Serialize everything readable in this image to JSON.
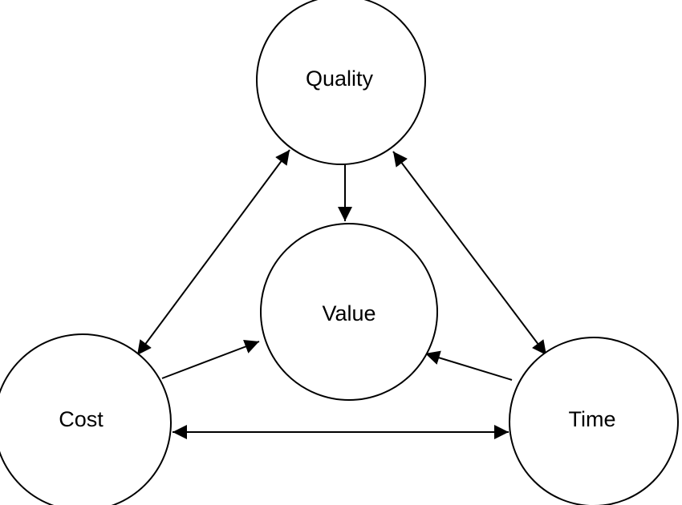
{
  "diagram": {
    "nodes": {
      "quality": {
        "label": "Quality"
      },
      "value": {
        "label": "Value"
      },
      "cost": {
        "label": "Cost"
      },
      "time": {
        "label": "Time"
      }
    },
    "edges": [
      {
        "from": "Quality",
        "to": "Value",
        "direction": "one-way"
      },
      {
        "from": "Cost",
        "to": "Value",
        "direction": "one-way"
      },
      {
        "from": "Time",
        "to": "Value",
        "direction": "one-way"
      },
      {
        "from": "Quality",
        "to": "Cost",
        "direction": "two-way"
      },
      {
        "from": "Quality",
        "to": "Time",
        "direction": "two-way"
      },
      {
        "from": "Cost",
        "to": "Time",
        "direction": "two-way"
      }
    ],
    "colors": {
      "stroke": "#000000",
      "fill": "#ffffff",
      "background": "#ffffff"
    }
  }
}
